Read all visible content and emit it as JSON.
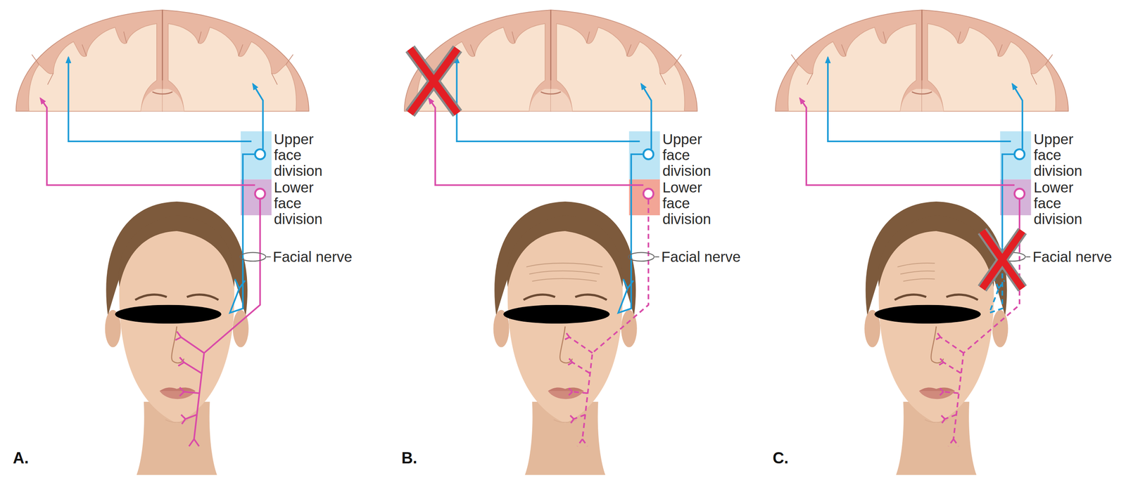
{
  "diagram": {
    "nodes": [
      {
        "text": [
          "Upper face division"
        ]
      },
      {
        "text": [
          "Lower face division"
        ]
      },
      {
        "text": [
          "Upper face division"
        ]
      },
      {
        "text": [
          "Lower face division"
        ]
      },
      {
        "text": [
          "Upper face division"
        ]
      },
      {
        "text": [
          "Lower face division"
        ]
      }
    ],
    "labels": [
      "Facial nerve",
      "A.",
      "Facial nerve",
      "B.",
      "Facial nerve",
      "C."
    ]
  }
}
